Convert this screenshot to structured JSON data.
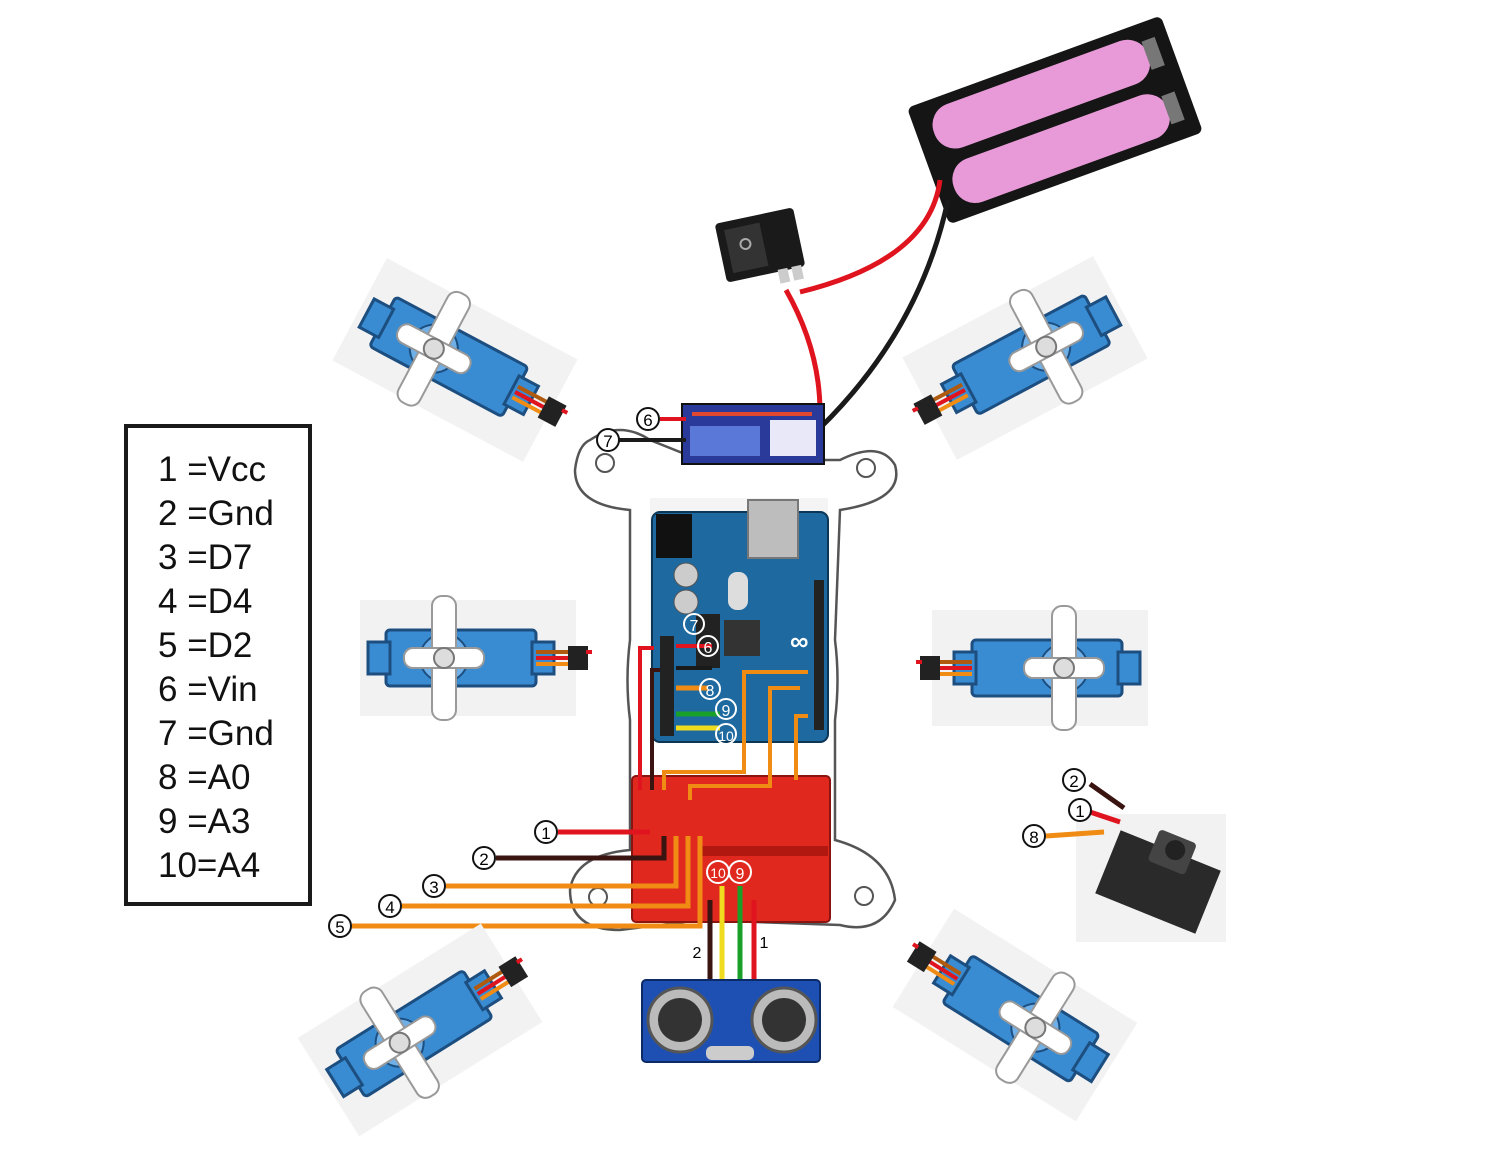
{
  "legend": {
    "items": [
      "1 =Vcc",
      "2 =Gnd",
      "3 =D7",
      "4 =D4",
      "5 =D2",
      "6 =Vin",
      "7 =Gnd",
      "8 =A0",
      "9 =A3",
      "10=A4"
    ]
  },
  "markers": {
    "m1": "1",
    "m2": "2",
    "m3": "3",
    "m4": "4",
    "m5": "5",
    "m6": "6",
    "m7": "7",
    "m8": "8",
    "m9": "9",
    "m10": "10"
  },
  "sensor_pins": {
    "left": "2",
    "right": "1"
  },
  "colors": {
    "vcc": "#e0141e",
    "gnd": "#3a1410",
    "signal": "#f08c14",
    "green": "#18a028",
    "yellow": "#f0dc1e",
    "servo_blue": "#3a8cd2",
    "battery_pink": "#e89ad8",
    "breadboard_red": "#e0281e",
    "arduino_blue": "#1e6aa0"
  }
}
